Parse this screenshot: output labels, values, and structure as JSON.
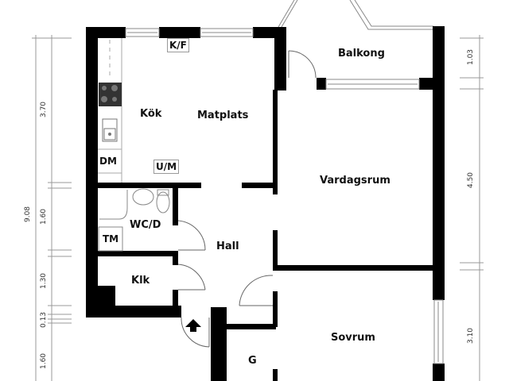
{
  "plan": {
    "rooms": {
      "kitchen": "Kök",
      "dining": "Matplats",
      "balcony": "Balkong",
      "living": "Vardagsrum",
      "wc": "WC/D",
      "hall": "Hall",
      "closet": "Klk",
      "bedroom": "Sovrum",
      "wardrobe": "G"
    },
    "fixtures": {
      "fridge_freezer": "K/F",
      "dishwasher": "DM",
      "oven_microwave": "U/M",
      "washing_machine": "TM"
    },
    "dimensions": {
      "left_total": "9.08",
      "left_1": "3.70",
      "left_2": "1.60",
      "left_3": "1.30",
      "left_4": "0.13",
      "left_5": "1.60",
      "right_1": "1.03",
      "right_2": "4.50",
      "right_3": "3.10"
    }
  }
}
